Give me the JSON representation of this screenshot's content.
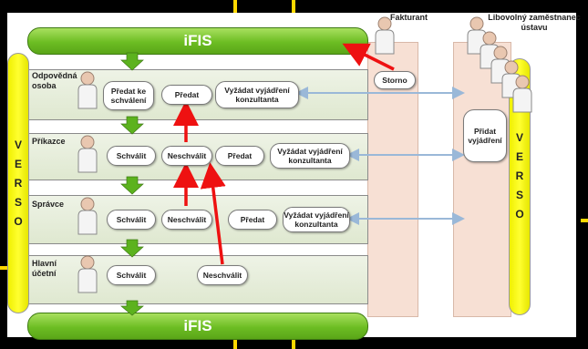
{
  "title_top": "iFIS",
  "title_bottom": "iFIS",
  "verso_left": "VERSO",
  "verso_right": "VERSO",
  "actors": {
    "fakturant": "Fakturant",
    "employee": "Libovolný zaměstnanec ústavu"
  },
  "lanes": [
    {
      "label": "Odpovědná osoba"
    },
    {
      "label": "Příkazce"
    },
    {
      "label": "Správce"
    },
    {
      "label": "Hlavní účetní"
    }
  ],
  "actions": {
    "predat_ke_schvaleni": "Předat ke schválení",
    "predat1": "Předat",
    "vyzadat1": "Vyžádat vyjádření konzultanta",
    "schvalit2": "Schválit",
    "neschvalit2": "Neschválit",
    "predat2": "Předat",
    "vyzadat2": "Vyžádat vyjádření konzultanta",
    "schvalit3": "Schválit",
    "neschvalit3": "Neschválit",
    "predat3": "Předat",
    "vyzadat3": "Vyžádat vyjádření konzultanta",
    "schvalit4": "Schválit",
    "neschvalit4": "Neschválit",
    "storno": "Storno",
    "pridat_vyjadreni": "Přidat vyjádření"
  },
  "colors": {
    "green_bar": "#6cbd23",
    "arrow_red": "#ee1111",
    "arrow_blue": "#9ab8d8",
    "verso_yellow": "#f0f000",
    "peach": "#f7e0d4"
  }
}
